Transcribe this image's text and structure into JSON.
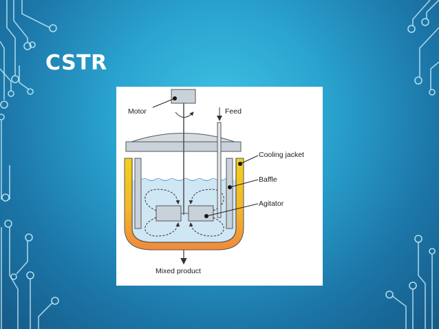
{
  "slide": {
    "title": "CSTR"
  },
  "diagram": {
    "labels": {
      "motor": "Motor",
      "feed": "Feed",
      "cooling_jacket": "Cooling jacket",
      "baffle": "Baffle",
      "agitator": "Agitator",
      "mixed_product": "Mixed product"
    },
    "colors": {
      "jacket_yellow": "#f2d21d",
      "jacket_orange": "#f08a3c",
      "liquid": "#cfe6f4",
      "steel": "#c9d2da",
      "background_light": "#3fc3e4",
      "background_dark": "#155a87",
      "circuit_lines": "#c9eef8"
    }
  }
}
